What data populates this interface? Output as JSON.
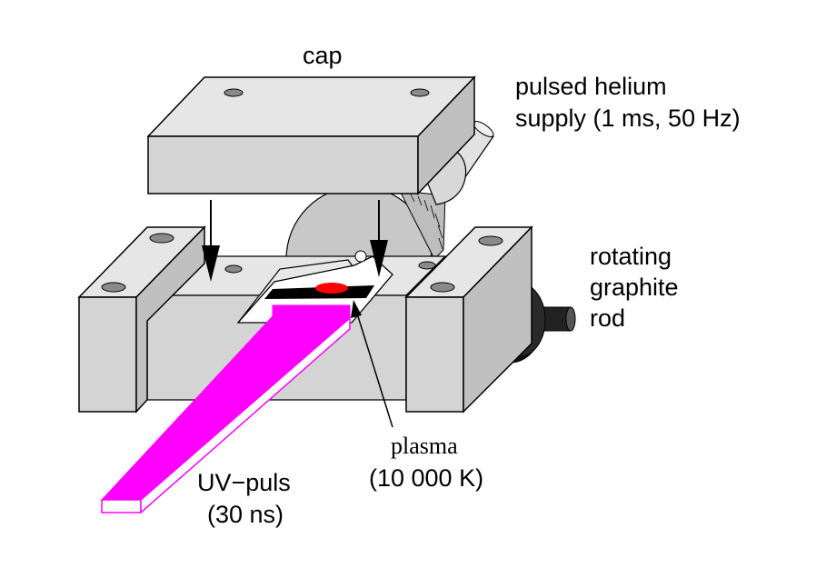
{
  "labels": {
    "cap": "cap",
    "helium_line1": "pulsed helium",
    "helium_line2": "supply (1 ms, 50 Hz)",
    "rotating_line1": "rotating",
    "rotating_line2": "graphite",
    "rotating_line3": "rod",
    "plasma_line1": "plasma",
    "plasma_line2": "(10 000 K)",
    "uv_line1": "UV−puls",
    "uv_line2": "(30 ns)"
  },
  "colors": {
    "block_face": "#e6e6e6",
    "block_side": "#c8c8c8",
    "block_dark": "#b0b0b0",
    "uv_beam": "#ff00ff",
    "plasma_spot": "#ff0000",
    "rod": "#111111",
    "hole": "#8a8a8a"
  }
}
